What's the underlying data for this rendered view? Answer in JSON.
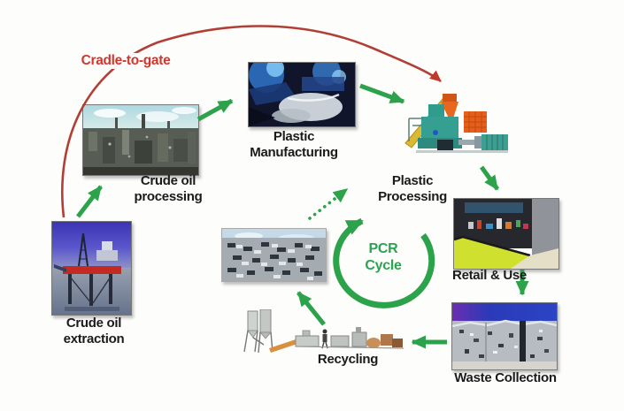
{
  "diagram": {
    "scope_label": "Cradle-to-gate",
    "cycle_label": "PCR\nCycle",
    "stages": {
      "crude_oil_extraction": "Crude oil\nextraction",
      "crude_oil_processing": "Crude oil\nprocessing",
      "plastic_manufacturing": "Plastic\nManufacturing",
      "plastic_processing": "Plastic\nProcessing",
      "retail_use": "Retail & Use",
      "waste_collection": "Waste Collection",
      "recycling": "Recycling"
    },
    "images": {
      "crude_oil_extraction": "offshore-oil-rig-photo",
      "crude_oil_processing": "oil-refinery-photo",
      "plastic_manufacturing": "plastic-manufacturing-photo",
      "plastic_processing": "plastic-processing-machine-illustration",
      "retail_use": "retail-store-counter-photo",
      "waste_collection": "baled-waste-photo",
      "recycled_pellets": "recycled-scrap-bales-photo",
      "recycling": "recycling-line-illustration"
    },
    "flows": [
      {
        "from": "Crude oil extraction",
        "to": "Crude oil processing",
        "style": "green-solid"
      },
      {
        "from": "Crude oil processing",
        "to": "Plastic Manufacturing",
        "style": "green-solid"
      },
      {
        "from": "Plastic Manufacturing",
        "to": "Plastic Processing",
        "style": "green-solid"
      },
      {
        "from": "Plastic Processing",
        "to": "Retail & Use",
        "style": "green-solid"
      },
      {
        "from": "Retail & Use",
        "to": "Waste Collection",
        "style": "green-solid"
      },
      {
        "from": "Waste Collection",
        "to": "Recycling",
        "style": "green-solid"
      },
      {
        "from": "Recycling",
        "to": "recycled pellets",
        "style": "green-solid"
      },
      {
        "from": "recycled pellets",
        "to": "Plastic Processing",
        "style": "green-dotted"
      },
      {
        "from": "Crude oil extraction",
        "to": "Plastic Processing",
        "style": "red-arc",
        "label": "Cradle-to-gate"
      },
      {
        "loop": "PCR Cycle",
        "style": "green-circle"
      }
    ],
    "colors": {
      "arrow_green": "#2ca24b",
      "scope_red": "#d4352c",
      "arc_red": "#b23f35",
      "cycle_green": "#2ca350",
      "label_text": "#1b1b1b",
      "background": "#fdfdfb"
    }
  }
}
